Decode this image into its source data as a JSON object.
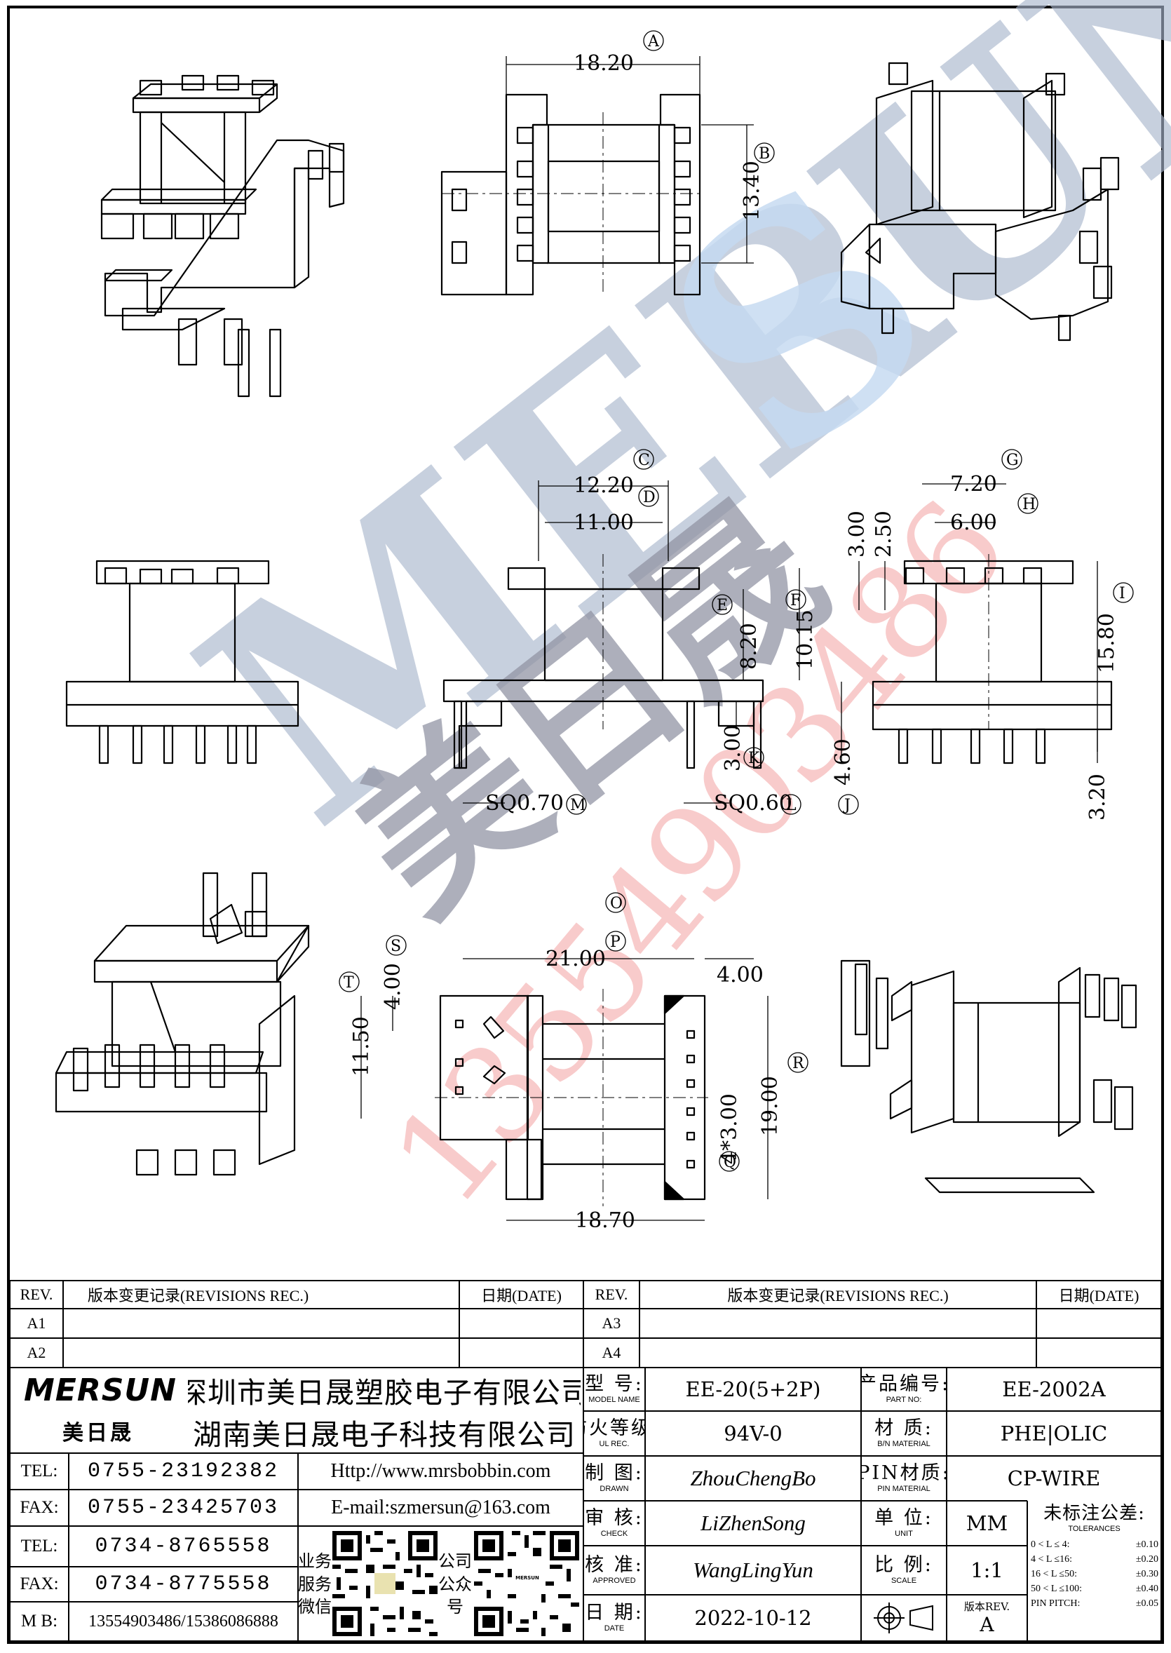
{
  "watermark": {
    "brand": "MERSUN",
    "brand_cn": "美日晟",
    "phone": "13554903486",
    "colors": {
      "blue": "#9fb0c8",
      "lightblue": "#b9d4ee",
      "gray": "#7d8090",
      "pink": "#f0a0a0"
    }
  },
  "dimensions": {
    "A": "18.20",
    "B": "13.40",
    "C": "12.20",
    "D": "11.00",
    "E": "8.20",
    "F": "10.15",
    "K": "3.00",
    "M": "SQ0.70",
    "L": "SQ0.60",
    "G": "7.20",
    "H": "6.00",
    "top_left_3": "3.00",
    "top_left_25": "2.50",
    "I": "15.80",
    "J": "4.60",
    "side_320": "3.20",
    "P": "21.00",
    "right_400": "4.00",
    "S": "4.00",
    "T": "11.50",
    "R": "19.00",
    "Q": "4*3.00",
    "bottom": "18.70"
  },
  "markers": [
    "A",
    "B",
    "C",
    "D",
    "E",
    "F",
    "G",
    "H",
    "I",
    "J",
    "K",
    "L",
    "M",
    "O",
    "P",
    "Q",
    "R",
    "S",
    "T"
  ],
  "title_block": {
    "rev_header": {
      "rev": "REV.",
      "record": "版本变更记录(REVISIONS REC.)",
      "date": "日期(DATE)"
    },
    "left_revs": [
      "A1",
      "A2"
    ],
    "right_revs": [
      "A3",
      "A4"
    ],
    "logo": "MERSUN",
    "logo_cn": "美日晟",
    "company1": "深圳市美日晟塑胶电子有限公司",
    "company2": "湖南美日晟电子科技有限公司",
    "contacts": [
      {
        "label": "TEL:",
        "value": "0755-23192382"
      },
      {
        "label": "FAX:",
        "value": "0755-23425703"
      },
      {
        "label": "TEL:",
        "value": "0734-8765558"
      },
      {
        "label": "FAX:",
        "value": "0734-8775558"
      },
      {
        "label": "M B:",
        "value": "13554903486/15386086888"
      }
    ],
    "http": "Http://www.mrsbobbin.com",
    "email": "E-mail:szmersun@163.com",
    "qr1_label": [
      "业务",
      "服务",
      "微信"
    ],
    "qr2_label": [
      "公司",
      "公众",
      "号"
    ],
    "fields": {
      "model": {
        "cn": "型 号:",
        "en": "MODEL NAME",
        "value": "EE-20(5+2P)"
      },
      "part_no": {
        "cn": "产品编号:",
        "en": "PART NO:",
        "value": "EE-2002A"
      },
      "ul": {
        "cn": "防火等级:",
        "en": "UL REC.",
        "value": "94V-0"
      },
      "material": {
        "cn": "材 质:",
        "en": "B/N MATERIAL",
        "value": "PHE|OLIC"
      },
      "drawn": {
        "cn": "制 图:",
        "en": "DRAWN",
        "value": "ZhouChengBo"
      },
      "pin_material": {
        "cn": "PIN材质:",
        "en": "PIN MATERIAL",
        "value": "CP-WIRE"
      },
      "check": {
        "cn": "审 核:",
        "en": "CHECK",
        "value": "LiZhenSong"
      },
      "unit": {
        "cn": "单 位:",
        "en": "UNIT",
        "value": "MM"
      },
      "tolerance": {
        "cn": "未标注公差:",
        "en": "TOLERANCES"
      },
      "approved": {
        "cn": "核 准:",
        "en": "APPROVED",
        "value": "WangLingYun"
      },
      "scale": {
        "cn": "比 例:",
        "en": "SCALE",
        "value": "1:1"
      },
      "date": {
        "cn": "日 期:",
        "en": "DATE",
        "value": "2022-10-12"
      },
      "version": {
        "label": "版本REV.",
        "value": "A"
      }
    },
    "tolerances": [
      {
        "range": "0 < L ≤  4:",
        "tol": "±0.10"
      },
      {
        "range": "4 < L ≤16:",
        "tol": "±0.20"
      },
      {
        "range": "16 < L ≤50:",
        "tol": "±0.30"
      },
      {
        "range": "50 < L ≤100:",
        "tol": "±0.40"
      },
      {
        "range": "PIN PITCH:",
        "tol": "±0.05"
      }
    ]
  }
}
